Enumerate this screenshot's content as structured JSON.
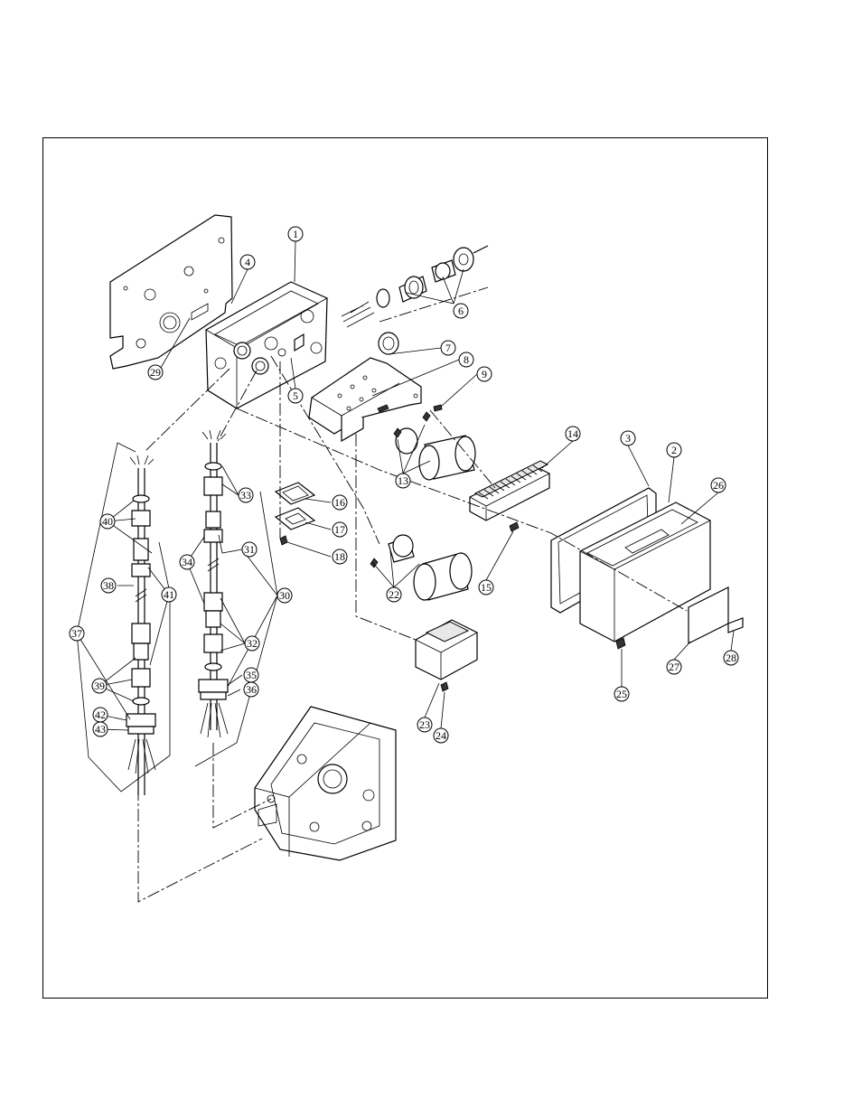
{
  "callouts": [
    {
      "id": "1",
      "label": "1"
    },
    {
      "id": "2",
      "label": "2"
    },
    {
      "id": "3",
      "label": "3"
    },
    {
      "id": "4",
      "label": "4"
    },
    {
      "id": "5",
      "label": "5"
    },
    {
      "id": "6",
      "label": "6"
    },
    {
      "id": "7",
      "label": "7"
    },
    {
      "id": "8",
      "label": "8"
    },
    {
      "id": "9",
      "label": "9"
    },
    {
      "id": "13",
      "label": "13"
    },
    {
      "id": "14",
      "label": "14"
    },
    {
      "id": "15",
      "label": "15"
    },
    {
      "id": "16",
      "label": "16"
    },
    {
      "id": "17",
      "label": "17"
    },
    {
      "id": "18",
      "label": "18"
    },
    {
      "id": "22",
      "label": "22"
    },
    {
      "id": "23",
      "label": "23"
    },
    {
      "id": "24",
      "label": "24"
    },
    {
      "id": "25",
      "label": "25"
    },
    {
      "id": "26",
      "label": "26"
    },
    {
      "id": "27",
      "label": "27"
    },
    {
      "id": "28",
      "label": "28"
    },
    {
      "id": "29",
      "label": "29"
    },
    {
      "id": "30",
      "label": "30"
    },
    {
      "id": "31",
      "label": "31"
    },
    {
      "id": "32",
      "label": "32"
    },
    {
      "id": "33",
      "label": "33"
    },
    {
      "id": "34",
      "label": "34"
    },
    {
      "id": "35",
      "label": "35"
    },
    {
      "id": "36",
      "label": "36"
    },
    {
      "id": "37",
      "label": "37"
    },
    {
      "id": "38",
      "label": "38"
    },
    {
      "id": "39",
      "label": "39"
    },
    {
      "id": "40",
      "label": "40"
    },
    {
      "id": "41",
      "label": "41"
    },
    {
      "id": "42",
      "label": "42"
    },
    {
      "id": "43",
      "label": "43"
    }
  ]
}
